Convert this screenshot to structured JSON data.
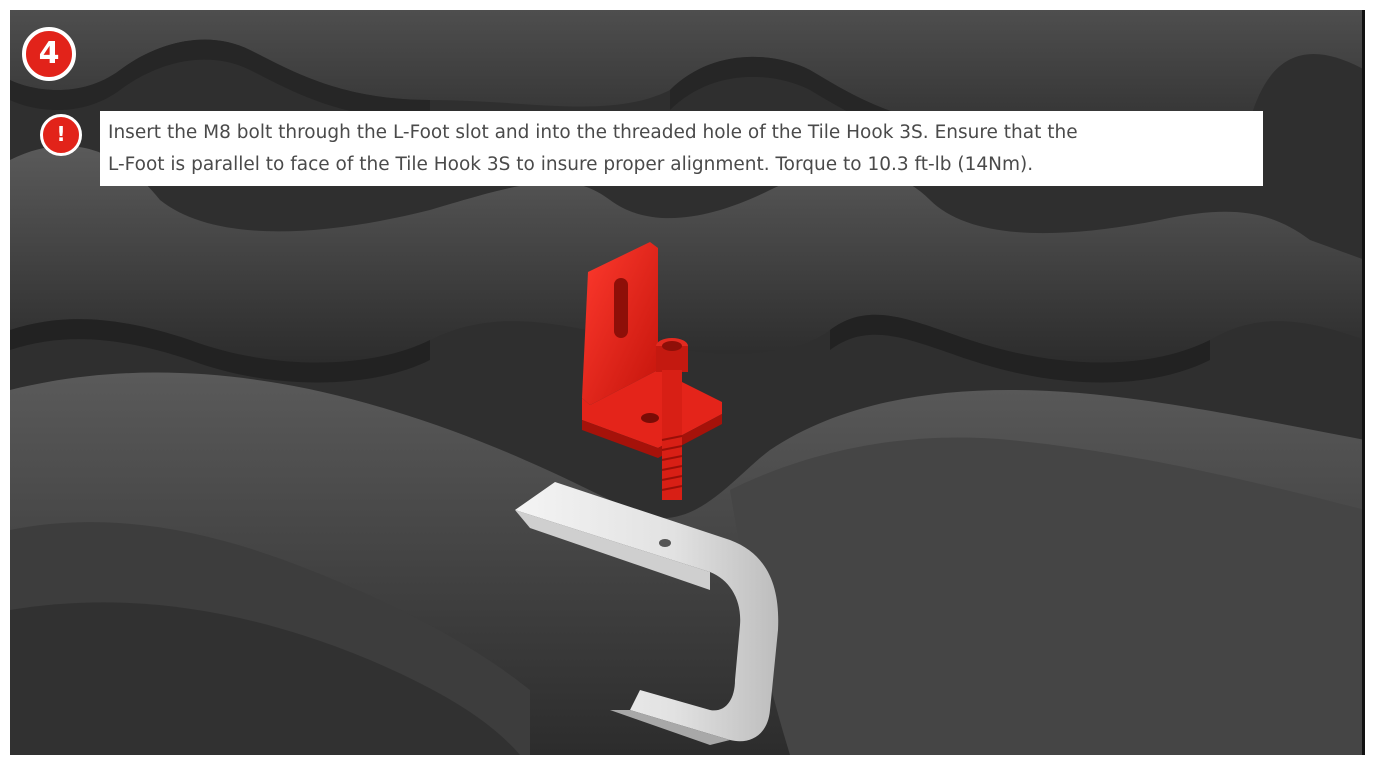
{
  "step": {
    "number": "4"
  },
  "notice": {
    "icon": "exclamation-icon",
    "line1": "Insert the M8 bolt through the L-Foot slot and into the threaded hole of the Tile Hook 3S. Ensure that the",
    "line2": "L-Foot is parallel to face of the Tile Hook 3S to insure proper alignment. Torque to 10.3 ft-lb (14Nm)."
  },
  "colors": {
    "accent": "#e2231a",
    "tile": "#3a3a3a",
    "hook": "#e8e8e8"
  }
}
